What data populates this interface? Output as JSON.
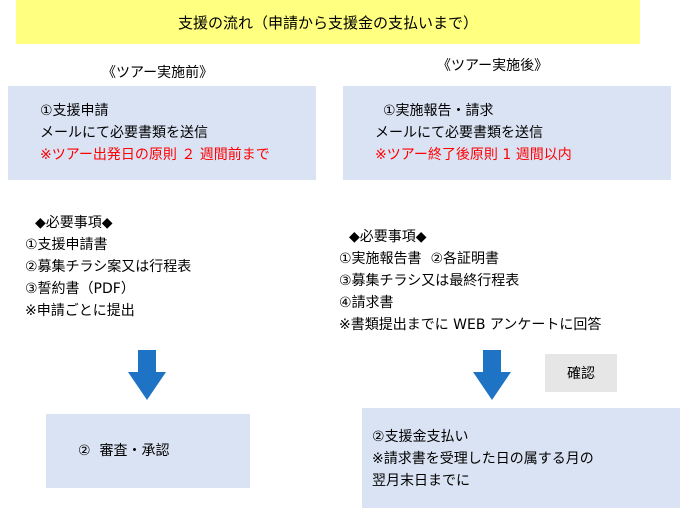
{
  "title": "支援の流れ（申請から支援金の支払いまで）",
  "before": {
    "heading": "《ツアー実施前》",
    "step1": {
      "line1": "①支援申請",
      "line2": "メールにて必要書類を送信",
      "note": "※ツアー出発日の原則 ２ 週間前まで"
    },
    "requirements": {
      "heading": "◆必要事項◆",
      "items": [
        "①支援申請書",
        "②募集チラシ案又は行程表",
        "③誓約書（PDF）",
        "※申請ごとに提出"
      ]
    },
    "step2": "②  審査・承認"
  },
  "after": {
    "heading": "《ツアー実施後》",
    "step1": {
      "line1": "①実施報告・請求",
      "line2": "メールにて必要書類を送信",
      "note": "※ツアー終了後原則 1 週間以内"
    },
    "requirements": {
      "heading": "◆必要事項◆",
      "items": [
        "①実施報告書  ②各証明書",
        "③募集チラシ又は最終行程表",
        "④請求書",
        "※書類提出までに WEB アンケートに回答"
      ]
    },
    "confirm": "確認",
    "step2": {
      "line1": "②支援金支払い",
      "line2": "※請求書を受理した日の属する月の",
      "line3": "翌月末日までに"
    }
  },
  "colors": {
    "title_bg": "#ffff80",
    "box_bg": "#dae3f3",
    "confirm_bg": "#e7e6e6",
    "note_text": "#ff0000",
    "arrow": "#1f73c4"
  }
}
